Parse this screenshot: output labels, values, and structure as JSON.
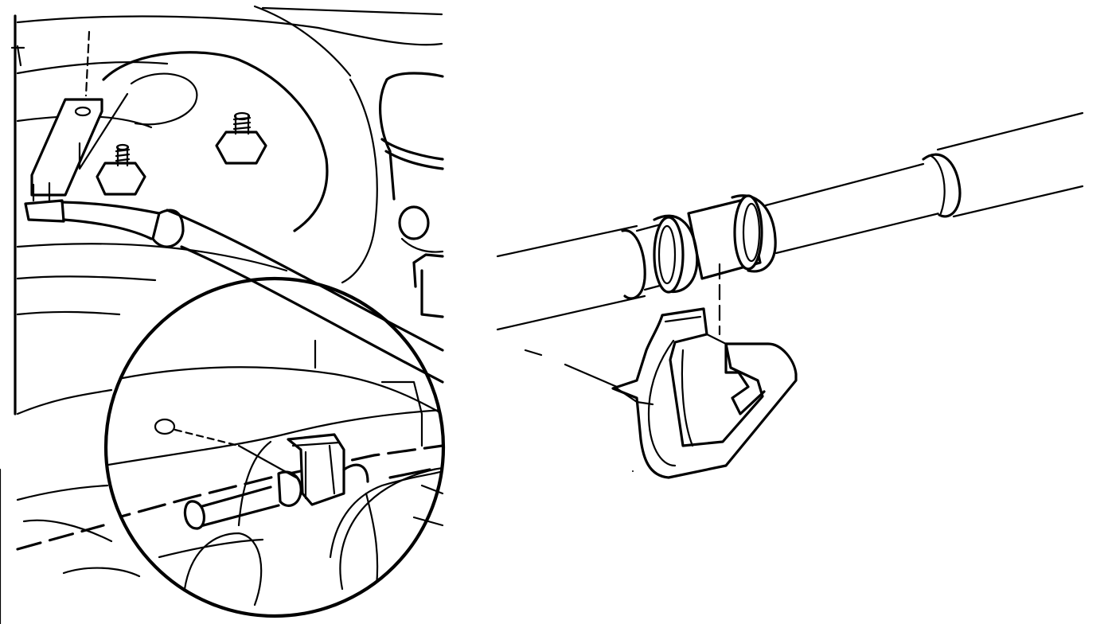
{
  "figure": {
    "panels": [
      "left-engine-bay-view",
      "right-hose-clip-detail"
    ],
    "detail": {
      "shape": "circle",
      "contents": "hose-clip-on-hose"
    },
    "colors": {
      "line": "#000000",
      "background": "#ffffff"
    }
  }
}
